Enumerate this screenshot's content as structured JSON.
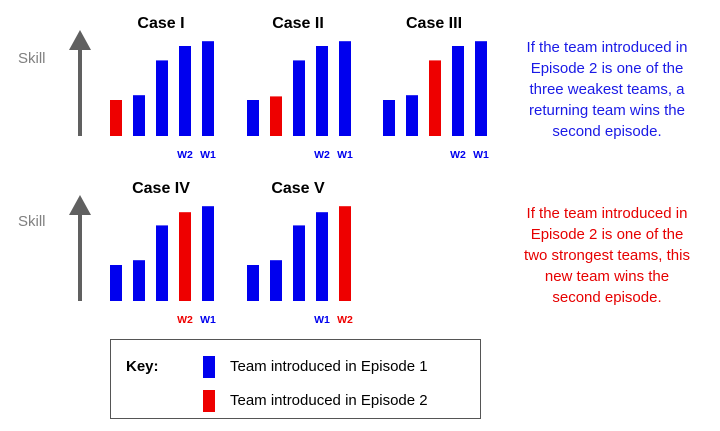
{
  "axis_label": "Skill",
  "colors": {
    "episode1": "#0000ee",
    "episode2": "#ee0000",
    "arrow": "#606060"
  },
  "cases": [
    {
      "title": "Case I",
      "bars": [
        0.3,
        0.34,
        0.63,
        0.75,
        0.79
      ],
      "red_index": 0,
      "labels": [
        {
          "text": "W2",
          "bar": 3,
          "color": "blue"
        },
        {
          "text": "W1",
          "bar": 4,
          "color": "blue"
        }
      ]
    },
    {
      "title": "Case II",
      "bars": [
        0.3,
        0.33,
        0.63,
        0.75,
        0.79
      ],
      "red_index": 1,
      "labels": [
        {
          "text": "W2",
          "bar": 3,
          "color": "blue"
        },
        {
          "text": "W1",
          "bar": 4,
          "color": "blue"
        }
      ]
    },
    {
      "title": "Case III",
      "bars": [
        0.3,
        0.34,
        0.63,
        0.75,
        0.79
      ],
      "red_index": 2,
      "labels": [
        {
          "text": "W2",
          "bar": 3,
          "color": "blue"
        },
        {
          "text": "W1",
          "bar": 4,
          "color": "blue"
        }
      ]
    },
    {
      "title": "Case IV",
      "bars": [
        0.3,
        0.34,
        0.63,
        0.74,
        0.79
      ],
      "red_index": 3,
      "labels": [
        {
          "text": "W2",
          "bar": 3,
          "color": "red"
        },
        {
          "text": "W1",
          "bar": 4,
          "color": "blue"
        }
      ]
    },
    {
      "title": "Case V",
      "bars": [
        0.3,
        0.34,
        0.63,
        0.74,
        0.79
      ],
      "red_index": 4,
      "labels": [
        {
          "text": "W1",
          "bar": 3,
          "color": "blue"
        },
        {
          "text": "W2",
          "bar": 4,
          "color": "red"
        }
      ]
    }
  ],
  "notes": {
    "returning": [
      "If the team introduced in",
      "Episode 2 is one of the",
      "three weakest teams, a",
      "returning team wins the",
      "second episode."
    ],
    "new_team": [
      "If the team introduced in",
      "Episode 2 is one of the",
      "two strongest teams, this",
      "new team wins the",
      "second episode."
    ]
  },
  "key": {
    "title": "Key:",
    "episode1": "Team introduced in Episode 1",
    "episode2": "Team introduced in Episode 2"
  }
}
